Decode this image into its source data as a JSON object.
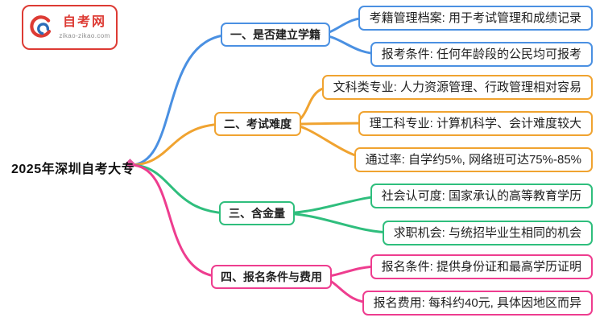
{
  "page": {
    "background": "#ffffff"
  },
  "logo": {
    "site_name": "自考网",
    "site_url": "zikao-zikao.com",
    "brand_color": "#dd3b34",
    "accent_color": "#2b6cb8",
    "icon": "zikao-swirl-logo-icon"
  },
  "root": {
    "label": "2025年深圳自考大专"
  },
  "branches": [
    {
      "label": "一、是否建立学籍",
      "color": "#4a90e2",
      "children": [
        "考籍管理档案: 用于考试管理和成绩记录",
        "报考条件: 任何年龄段的公民均可报考"
      ]
    },
    {
      "label": "二、考试难度",
      "color": "#f0a330",
      "children": [
        "文科类专业: 人力资源管理、行政管理相对容易",
        "理工科专业: 计算机科学、会计难度较大",
        "通过率: 自学约5%, 网络班可达75%-85%"
      ]
    },
    {
      "label": "三、含金量",
      "color": "#2fbe7d",
      "children": [
        "社会认可度: 国家承认的高等教育学历",
        "求职机会: 与统招毕业生相同的机会"
      ]
    },
    {
      "label": "四、报名条件与费用",
      "color": "#ee3d8f",
      "children": [
        "报名条件: 提供身份证和最高学历证明",
        "报名费用: 每科约40元, 具体因地区而异"
      ]
    }
  ]
}
